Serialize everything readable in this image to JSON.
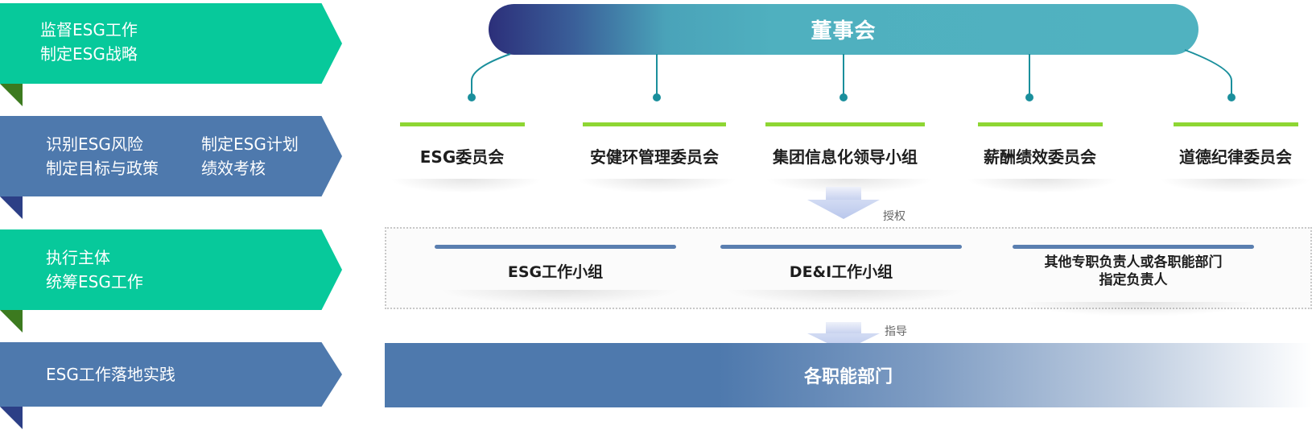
{
  "left_column": [
    {
      "lines": [
        "监督ESG工作",
        "制定ESG战略"
      ],
      "color": "green"
    },
    {
      "col1": [
        "识别ESG风险",
        "制定目标与政策"
      ],
      "col2": [
        "制定ESG计划",
        "绩效考核"
      ],
      "color": "blue"
    },
    {
      "lines": [
        "执行主体",
        "统筹ESG工作"
      ],
      "color": "green"
    },
    {
      "lines": [
        "ESG工作落地实践"
      ],
      "color": "blue"
    }
  ],
  "board": {
    "label": "董事会"
  },
  "committees": [
    "ESG委员会",
    "安健环管理委员会",
    "集团信息化领导小组",
    "薪酬绩效委员会",
    "道德纪律委员会"
  ],
  "connectors": {
    "authorize_label": "授权",
    "guide_label": "指导"
  },
  "working_groups": {
    "items": [
      "ESG工作小组",
      "DE&I工作小组"
    ],
    "other_line1": "其他专职负责人或各职能部门",
    "other_line2": "指定负责人"
  },
  "departments": {
    "label": "各职能部门"
  },
  "colors": {
    "green": "#07c99b",
    "blue": "#4e79ad",
    "board_start": "#2c2f7a",
    "board_end": "#50b2c0",
    "committee_bar": "#8ed633",
    "connector": "#1a8f9c"
  }
}
